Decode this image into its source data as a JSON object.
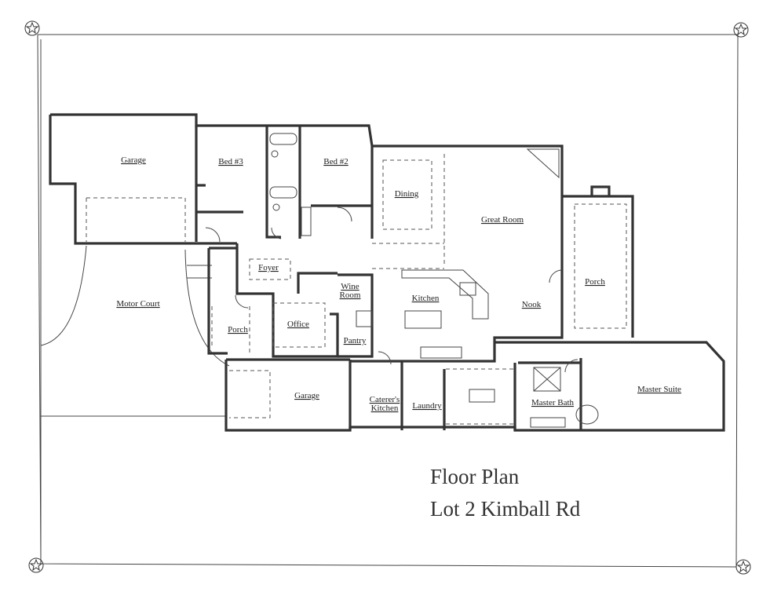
{
  "title": {
    "line1": "Floor Plan",
    "line2": "Lot 2 Kimball Rd"
  },
  "rooms": {
    "garage_left": "Garage",
    "bed3": "Bed #3",
    "bed2": "Bed #2",
    "dining": "Dining",
    "great_room": "Great Room",
    "porch_right": "Porch",
    "foyer": "Foyer",
    "wine_room_1": "Wine",
    "wine_room_2": "Room",
    "kitchen": "Kitchen",
    "nook": "Nook",
    "motor_court": "Motor Court",
    "office": "Office",
    "porch_front": "Porch",
    "pantry": "Pantry",
    "garage_lower": "Garage",
    "caterers_kitchen_1": "Caterer's",
    "caterers_kitchen_2": "Kitchen",
    "laundry": "Laundry",
    "master_bath": "Master Bath",
    "master_suite": "Master Suite"
  }
}
